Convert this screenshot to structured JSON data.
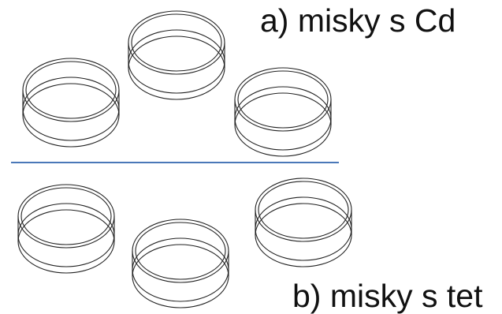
{
  "labels": {
    "group_a": "a) misky s Cd",
    "group_b": "b) misky s tet"
  },
  "colors": {
    "divider": "#4a78b8",
    "dish_stroke": "#222222",
    "text": "#111111",
    "background": "#ffffff"
  },
  "groups": [
    {
      "id": "a",
      "dish_count": 3
    },
    {
      "id": "b",
      "dish_count": 3
    }
  ]
}
